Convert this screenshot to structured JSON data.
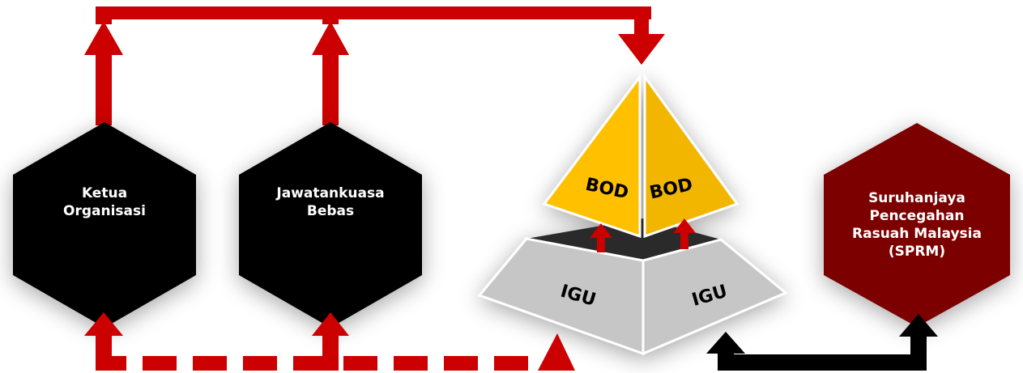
{
  "nodes": {
    "ketua": {
      "label": "Ketua\nOrganisasi",
      "color": "#000000"
    },
    "jawatankuasa": {
      "label": "Jawatankuasa\nBebas",
      "color": "#000000"
    },
    "sprm": {
      "label": "Suruhanjaya\nPencegahan\nRasuah Malaysia\n(SPRM)",
      "color": "#7b0000"
    }
  },
  "pyramid": {
    "top_left_label": "BOD",
    "top_right_label": "BOD",
    "bottom_left_label": "IGU",
    "bottom_right_label": "IGU",
    "top_color": "#ffc000",
    "top_shade_color": "#f2b600",
    "base_color": "#c6c6c6",
    "base_top_color": "#2a2a2a"
  },
  "colors": {
    "accent_arrow": "#cc0000",
    "black_arrow": "#000000"
  }
}
